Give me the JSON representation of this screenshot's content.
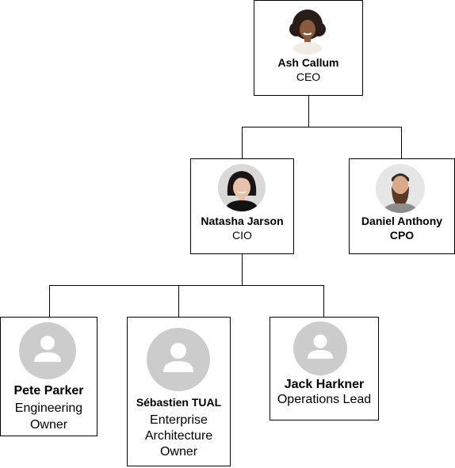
{
  "org_chart": {
    "nodes": [
      {
        "id": "ash",
        "name": "Ash Callum",
        "role": "CEO",
        "photo": "photo-woman-curly-hair"
      },
      {
        "id": "natasha",
        "name": "Natasha Jarson",
        "role": "CIO",
        "photo": "photo-woman-short-dark-hair"
      },
      {
        "id": "daniel",
        "name": "Daniel Anthony",
        "role": "CPO",
        "photo": "photo-bearded-man"
      },
      {
        "id": "pete",
        "name": "Pete Parker",
        "role": "Engineering Owner",
        "photo": "person-placeholder-icon"
      },
      {
        "id": "sebastien",
        "name": "Sébastien TUAL",
        "role": "Enterprise Architecture Owner",
        "photo": "person-placeholder-icon"
      },
      {
        "id": "jack",
        "name": "Jack Harkner",
        "role": "Operations Lead",
        "photo": "person-placeholder-icon"
      }
    ],
    "edges": [
      {
        "from": "ash",
        "to": "natasha"
      },
      {
        "from": "ash",
        "to": "daniel"
      },
      {
        "from": "natasha",
        "to": "pete"
      },
      {
        "from": "natasha",
        "to": "sebastien"
      },
      {
        "from": "natasha",
        "to": "jack"
      }
    ],
    "colors": {
      "line": "#000000",
      "border": "#000000",
      "placeholder": "#cccccc",
      "placeholder_figure": "#ffffff"
    }
  }
}
